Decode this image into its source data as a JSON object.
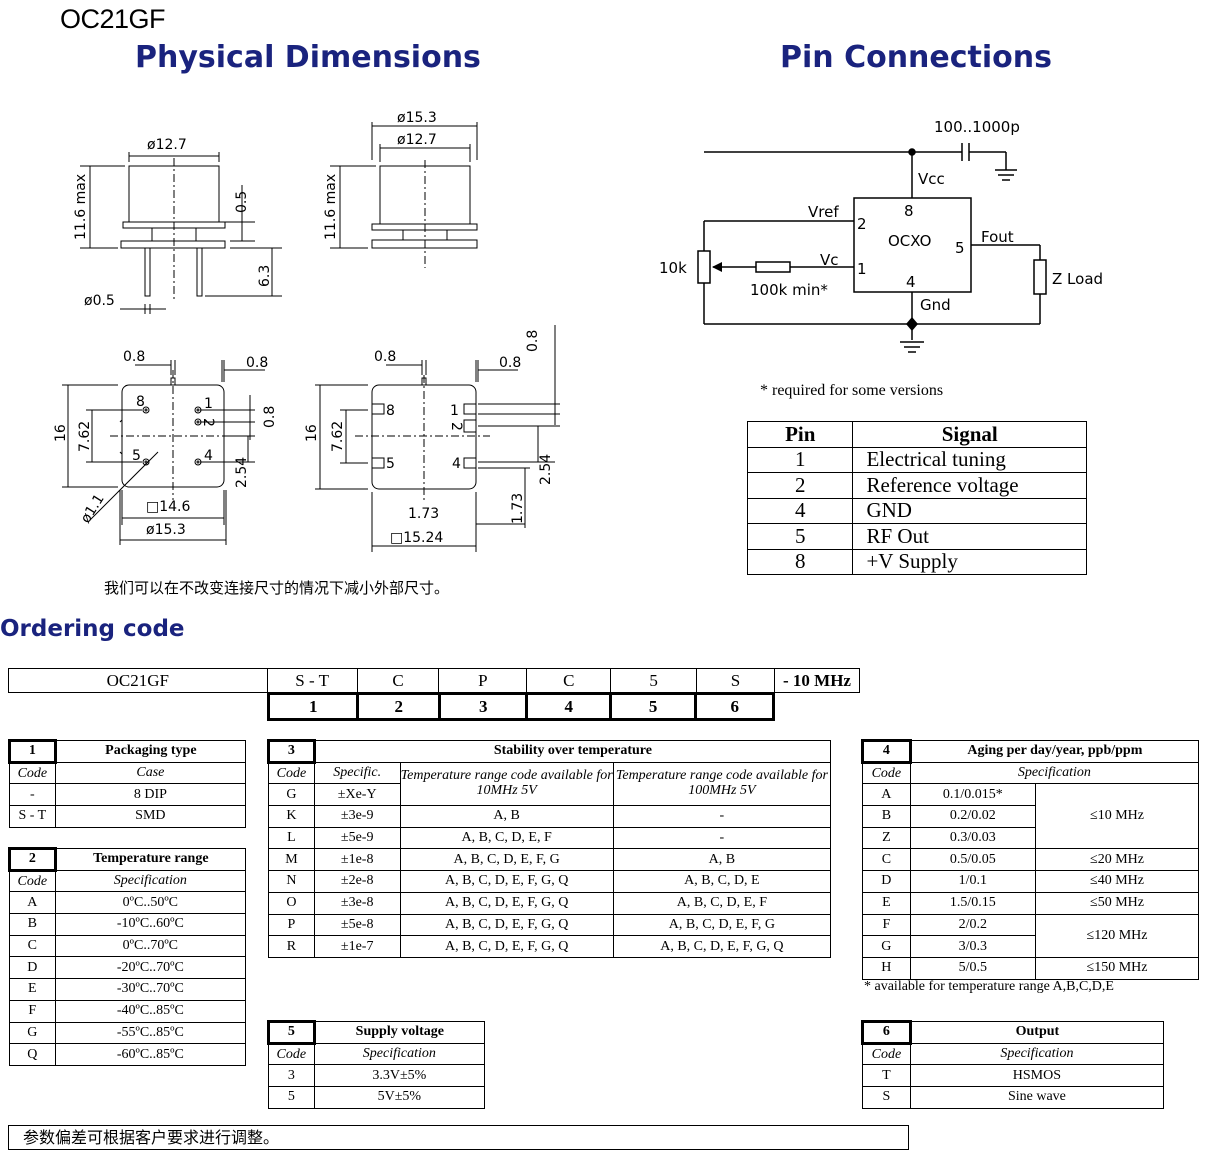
{
  "model": "OC21GF",
  "headings": {
    "physical_dimensions": "Physical Dimensions",
    "pin_connections": "Pin Connections",
    "ordering_code": "Ordering code"
  },
  "drawing_labels": {
    "dia_12_7": "ø12.7",
    "dia_15_3": "ø15.3",
    "max_11_6": "11.6 max",
    "dim_0_5": "0.5",
    "dim_6_3": "6.3",
    "dia_0_5": "ø0.5",
    "dim_0_8": "0.8",
    "dim_16": "16",
    "dim_7_62": "7.62",
    "dim_2_54": "2.54",
    "dim_1_73": "1.73",
    "dia_1_1": "ø1.1",
    "sq_14_6": "□14.6",
    "sq_15_24": "□15.24",
    "pin_1": "1",
    "pin_2": "2",
    "pin_4": "4",
    "pin_5": "5",
    "pin_8": "8"
  },
  "drawing_note": "我们可以在不改变连接尺寸的情况下减小外部尺寸。",
  "schematic": {
    "cap": "100..1000p",
    "vcc": "Vcc",
    "vref": "Vref",
    "vc": "Vc",
    "ocxo": "OCXO",
    "fout": "Fout",
    "zload": "Z Load",
    "gnd": "Gnd",
    "r10k": "10k",
    "r100k": "100k min*",
    "pin_2": "2",
    "pin_8": "8",
    "pin_5": "5",
    "pin_1": "1",
    "pin_4": "4"
  },
  "required_note": "* required for some versions",
  "pin_table": {
    "headers": [
      "Pin",
      "Signal"
    ],
    "rows": [
      [
        "1",
        "Electrical tuning"
      ],
      [
        "2",
        "Reference voltage"
      ],
      [
        "4",
        "GND"
      ],
      [
        "5",
        "RF Out"
      ],
      [
        "8",
        "+V Supply"
      ]
    ]
  },
  "ordering": {
    "parts": [
      "OC21GF",
      "S - T",
      "C",
      "P",
      "C",
      "5",
      "S",
      "- 10 MHz"
    ],
    "numbers": [
      "1",
      "2",
      "3",
      "4",
      "5",
      "6"
    ]
  },
  "packaging": {
    "num": "1",
    "title": "Packaging type",
    "cols": [
      "Code",
      "Case"
    ],
    "rows": [
      [
        "-",
        "8 DIP"
      ],
      [
        "S - T",
        "SMD"
      ]
    ]
  },
  "temperature": {
    "num": "2",
    "title": "Temperature range",
    "cols": [
      "Code",
      "Specification"
    ],
    "rows": [
      [
        "A",
        "0ºC..50ºC"
      ],
      [
        "B",
        "-10ºC..60ºC"
      ],
      [
        "C",
        "0ºC..70ºC"
      ],
      [
        "D",
        "-20ºC..70ºC"
      ],
      [
        "E",
        "-30ºC..70ºC"
      ],
      [
        "F",
        "-40ºC..85ºC"
      ],
      [
        "G",
        "-55ºC..85ºC"
      ],
      [
        "Q",
        "-60ºC..85ºC"
      ]
    ]
  },
  "stability": {
    "num": "3",
    "title": "Stability over temperature",
    "cols": [
      "Code",
      "Specific.",
      "Temperature range code available for 10MHz 5V",
      "Temperature range code available for 100MHz 5V"
    ],
    "rows": [
      [
        "G",
        "±Xe-Y",
        "",
        ""
      ],
      [
        "K",
        "±3e-9",
        "A, B",
        "-"
      ],
      [
        "L",
        "±5e-9",
        "A, B, C, D, E, F",
        "-"
      ],
      [
        "M",
        "±1e-8",
        "A, B, C, D, E, F, G",
        "A, B"
      ],
      [
        "N",
        "±2e-8",
        "A, B, C, D, E, F, G, Q",
        "A, B, C, D, E"
      ],
      [
        "O",
        "±3e-8",
        "A, B, C, D, E, F, G, Q",
        "A, B, C, D, E, F"
      ],
      [
        "P",
        "±5e-8",
        "A, B, C, D, E, F, G, Q",
        "A, B, C, D, E, F, G"
      ],
      [
        "R",
        "±1e-7",
        "A, B, C, D, E, F, G, Q",
        "A, B, C, D, E, F, G, Q"
      ]
    ]
  },
  "aging": {
    "num": "4",
    "title": "Aging per day/year, ppb/ppm",
    "cols": [
      "Code",
      "Specification"
    ],
    "rows": [
      [
        "A",
        "0.1/0.015*"
      ],
      [
        "B",
        "0.2/0.02"
      ],
      [
        "Z",
        "0.3/0.03"
      ],
      [
        "C",
        "0.5/0.05"
      ],
      [
        "D",
        "1/0.1"
      ],
      [
        "E",
        "1.5/0.15"
      ],
      [
        "F",
        "2/0.2"
      ],
      [
        "G",
        "3/0.3"
      ],
      [
        "H",
        "5/0.5"
      ]
    ],
    "freq": [
      "≤10 MHz",
      "≤20 MHz",
      "≤40 MHz",
      "≤50 MHz",
      "≤120 MHz",
      "≤150 MHz"
    ],
    "note": "* available for temperature range A,B,C,D,E"
  },
  "supply": {
    "num": "5",
    "title": "Supply voltage",
    "cols": [
      "Code",
      "Specification"
    ],
    "rows": [
      [
        "3",
        "3.3V±5%"
      ],
      [
        "5",
        "5V±5%"
      ]
    ]
  },
  "output": {
    "num": "6",
    "title": "Output",
    "cols": [
      "Code",
      "Specification"
    ],
    "rows": [
      [
        "T",
        "HSMOS"
      ],
      [
        "S",
        "Sine wave"
      ]
    ]
  },
  "footer_note": "参数偏差可根据客户要求进行调整。"
}
